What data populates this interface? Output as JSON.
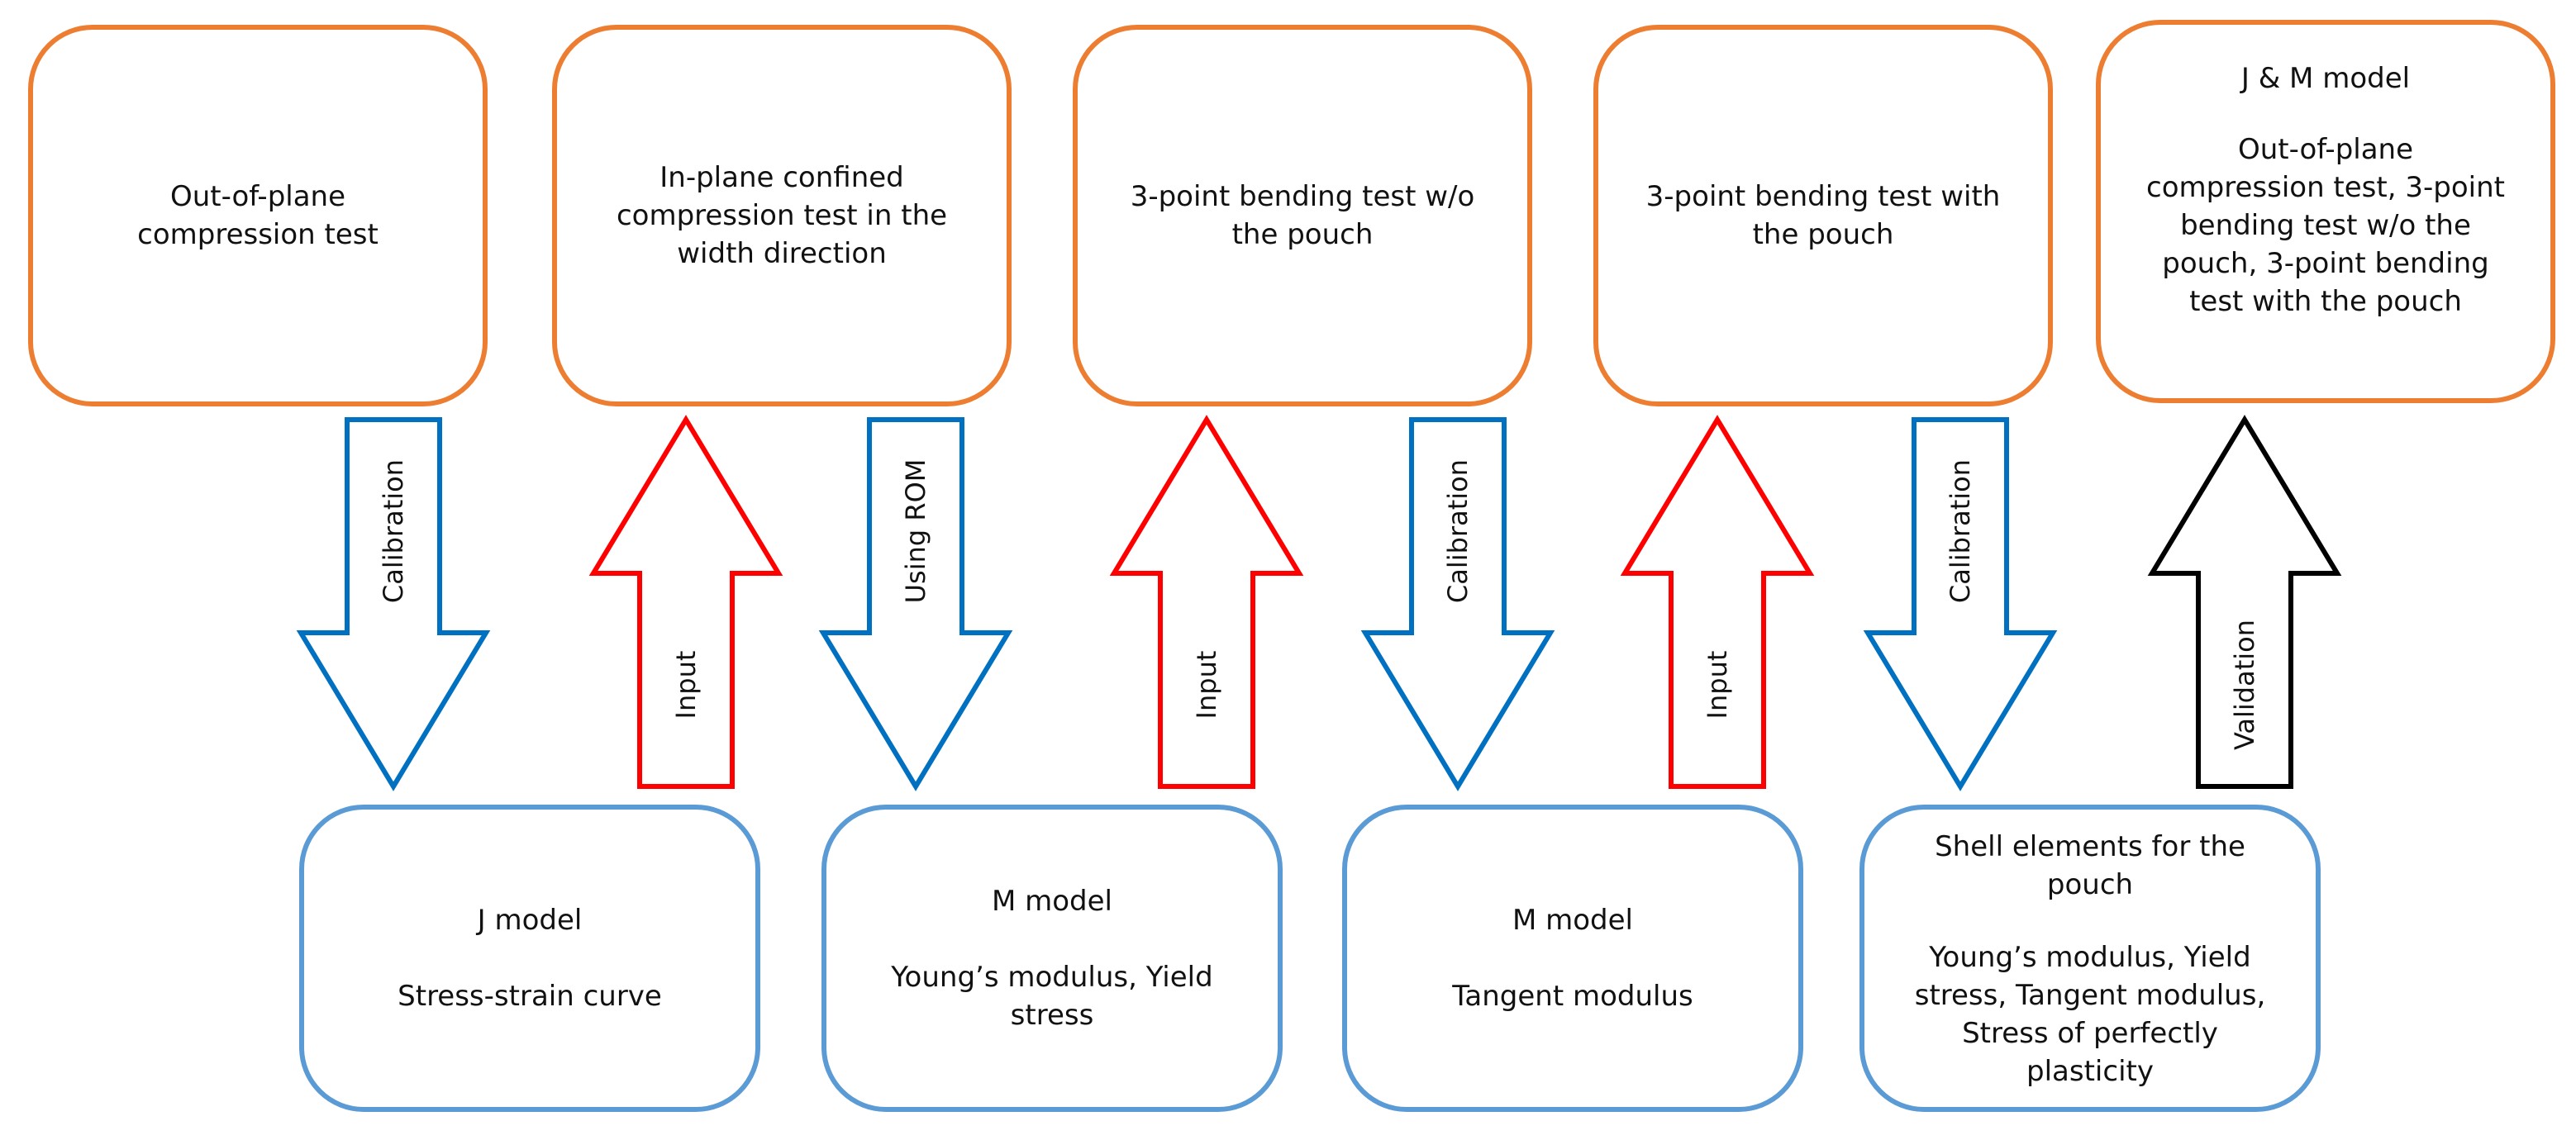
{
  "top_boxes": [
    {
      "lines": "Out-of-plane\ncompression test"
    },
    {
      "lines": "In-plane confined\ncompression test in the\nwidth direction"
    },
    {
      "lines": "3-point bending test w/o\nthe pouch"
    },
    {
      "lines": "3-point bending test with\nthe pouch"
    },
    {
      "title": "J & M model",
      "lines": "Out-of-plane\ncompression test, 3-point\nbending test w/o the\npouch, 3-point bending\ntest with the pouch"
    }
  ],
  "bottom_boxes": [
    {
      "title": "J model",
      "lines": "Stress-strain curve"
    },
    {
      "title": "M model",
      "lines": "Young’s modulus, Yield\nstress"
    },
    {
      "title": "M model",
      "lines": "Tangent modulus"
    },
    {
      "title": "Shell elements for the\npouch",
      "lines": "Young’s modulus, Yield\nstress, Tangent modulus,\nStress of perfectly\nplasticity"
    }
  ],
  "arrows": [
    {
      "label": "Calibration",
      "direction": "down",
      "color": "#0070C0"
    },
    {
      "label": "Input",
      "direction": "up",
      "color": "#FF0000"
    },
    {
      "label": "Using ROM",
      "direction": "down",
      "color": "#0070C0"
    },
    {
      "label": "Input",
      "direction": "up",
      "color": "#FF0000"
    },
    {
      "label": "Calibration",
      "direction": "down",
      "color": "#0070C0"
    },
    {
      "label": "Input",
      "direction": "up",
      "color": "#FF0000"
    },
    {
      "label": "Calibration",
      "direction": "down",
      "color": "#0070C0"
    },
    {
      "label": "Validation",
      "direction": "up",
      "color": "#000000"
    }
  ],
  "colors": {
    "top_border": "#ED7D31",
    "bottom_border": "#5B9BD5"
  }
}
